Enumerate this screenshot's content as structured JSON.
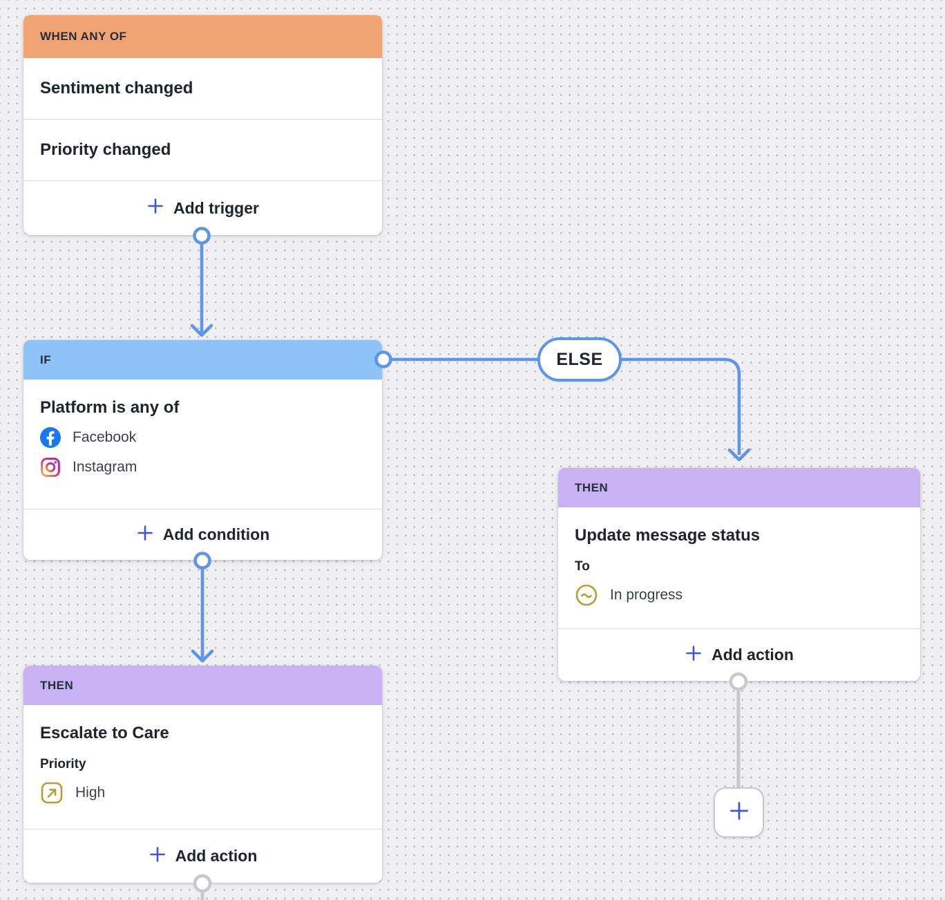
{
  "workflow": {
    "trigger_card": {
      "header": "WHEN ANY OF",
      "triggers": [
        "Sentiment changed",
        "Priority changed"
      ],
      "add_button": "Add trigger",
      "add_icon": "plus-icon"
    },
    "condition_card": {
      "header": "IF",
      "title": "Platform is any of",
      "platforms": [
        {
          "label": "Facebook",
          "icon": "facebook-icon"
        },
        {
          "label": "Instagram",
          "icon": "instagram-icon"
        }
      ],
      "add_button": "Add condition",
      "add_icon": "plus-icon"
    },
    "else_branch": {
      "label": "ELSE"
    },
    "then_card_primary": {
      "header": "THEN",
      "title": "Escalate to Care",
      "field_label": "Priority",
      "value": "High",
      "value_icon": "priority-high-icon",
      "add_button": "Add action",
      "add_icon": "plus-icon"
    },
    "then_card_else": {
      "header": "THEN",
      "title": "Update message status",
      "field_label": "To",
      "value": "In progress",
      "value_icon": "status-in-progress-icon",
      "add_button": "Add action",
      "add_icon": "plus-icon"
    },
    "add_node_button": {
      "icon": "plus-icon"
    }
  },
  "colors": {
    "trigger_header": "#f1a473",
    "condition_header": "#8fc3f7",
    "action_header": "#c9b2f4",
    "connector_blue": "#5c95e9",
    "connector_gray": "#c8c8cc",
    "plus_accent": "#3d56db",
    "gold_icon": "#bd9a33",
    "facebook_blue": "#1877f2",
    "canvas_background": "#f0f0f2"
  }
}
